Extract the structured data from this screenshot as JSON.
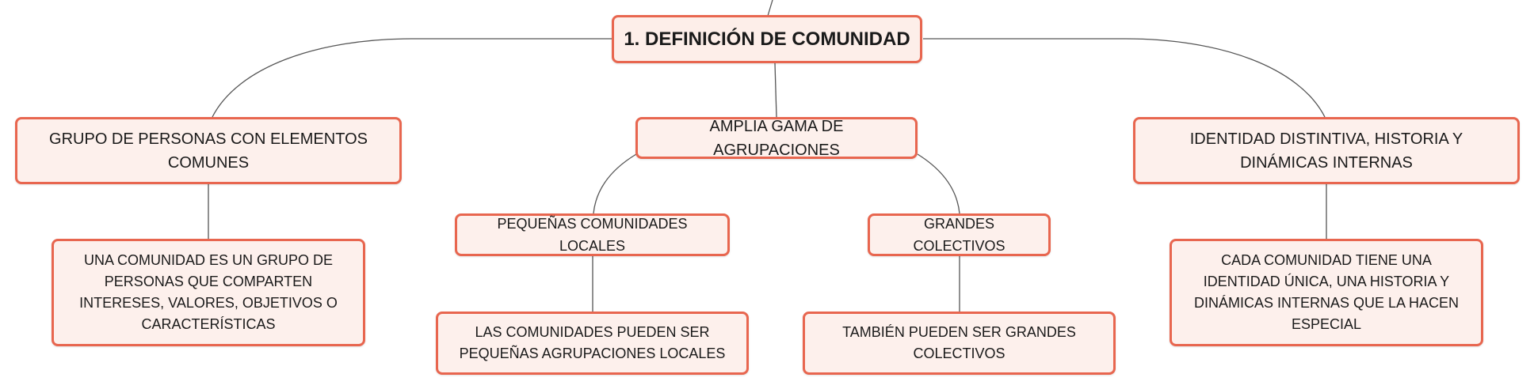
{
  "mindmap": {
    "root": {
      "label": "1. DEFINICIÓN DE COMUNIDAD"
    },
    "branches": [
      {
        "label": "GRUPO DE PERSONAS CON ELEMENTOS COMUNES",
        "detail": "UNA COMUNIDAD ES UN GRUPO DE PERSONAS QUE COMPARTEN INTERESES, VALORES, OBJETIVOS O CARACTERÍSTICAS"
      },
      {
        "label": "AMPLIA GAMA DE AGRUPACIONES",
        "children": [
          {
            "label": "PEQUEÑAS COMUNIDADES LOCALES",
            "detail": "LAS COMUNIDADES PUEDEN SER PEQUEÑAS AGRUPACIONES LOCALES"
          },
          {
            "label": "GRANDES COLECTIVOS",
            "detail": "TAMBIÉN PUEDEN SER GRANDES COLECTIVOS"
          }
        ]
      },
      {
        "label": "IDENTIDAD DISTINTIVA, HISTORIA Y DINÁMICAS INTERNAS",
        "detail": "CADA COMUNIDAD TIENE UNA IDENTIDAD ÚNICA, UNA HISTORIA Y DINÁMICAS INTERNAS QUE LA HACEN ESPECIAL"
      }
    ]
  },
  "colors": {
    "node_border": "#e8664f",
    "node_fill": "#fdf0ec",
    "connector": "#555555"
  }
}
